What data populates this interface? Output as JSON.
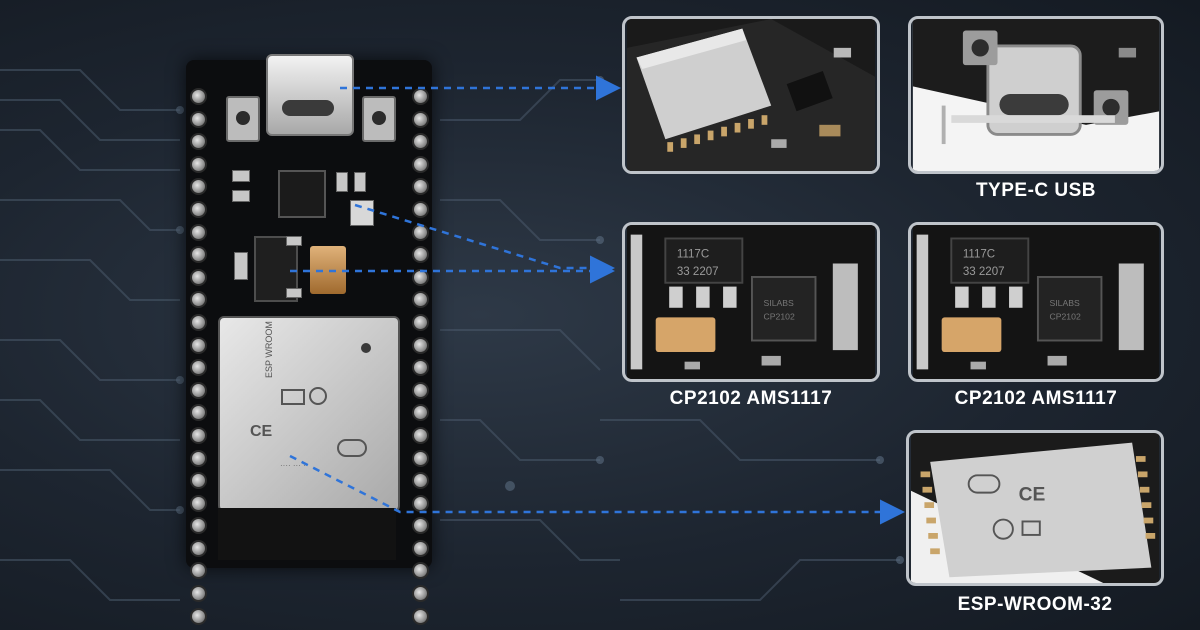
{
  "captions": {
    "usb": "TYPE-C USB",
    "chip_left": "CP2102 AMS1117",
    "chip_right": "CP2102 AMS1117",
    "module": "ESP-WROOM-32"
  },
  "colors": {
    "background": "#1d2530",
    "arrow": "#2f74d9",
    "caption_text": "#ffffff",
    "panel_border": "#bfc4ca"
  },
  "icons": [
    "wifi-logo-icon",
    "ce-mark-icon",
    "certification-mark-icon"
  ]
}
